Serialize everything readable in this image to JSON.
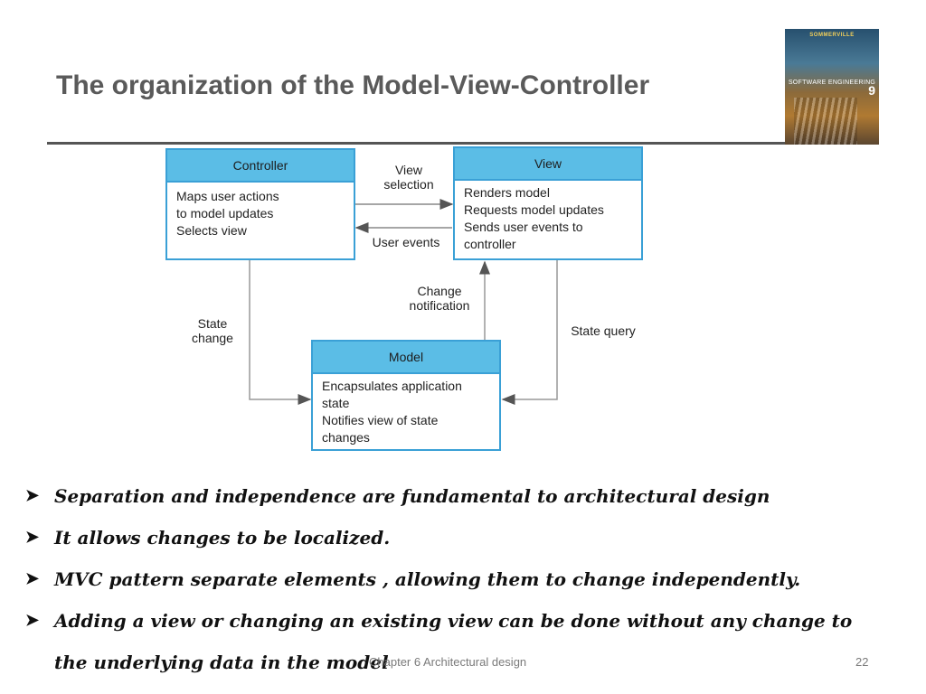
{
  "slide": {
    "title": "The organization of the Model-View-Controller",
    "cover": {
      "author": "SOMMERVILLE",
      "title": "SOFTWARE ENGINEERING",
      "edition": "9"
    }
  },
  "diagram": {
    "controller": {
      "header": "Controller",
      "lines": [
        "Maps user actions",
        "to model updates",
        "Selects view"
      ]
    },
    "view": {
      "header": "View",
      "lines": [
        "Renders model",
        "Requests model updates",
        "Sends user events to",
        "controller"
      ]
    },
    "model": {
      "header": "Model",
      "lines": [
        "Encapsulates application",
        "state",
        "Notifies view of state",
        "changes"
      ]
    },
    "edges": {
      "view_selection": [
        "View",
        "selection"
      ],
      "user_events": "User events",
      "change_notification": [
        "Change",
        "notification"
      ],
      "state_change": [
        "State",
        "change"
      ],
      "state_query": "State query"
    }
  },
  "bullets": [
    "Separation  and independence are fundamental to architectural design",
    "It allows changes to be localized.",
    "MVC pattern  separate elements , allowing them to change independently.",
    "Adding a view or changing an existing view can be done without any change to"
  ],
  "bullet_continuation": "the underlying data in the model",
  "footer": {
    "text": "Chapter 6 Architectural design",
    "page": "22"
  }
}
